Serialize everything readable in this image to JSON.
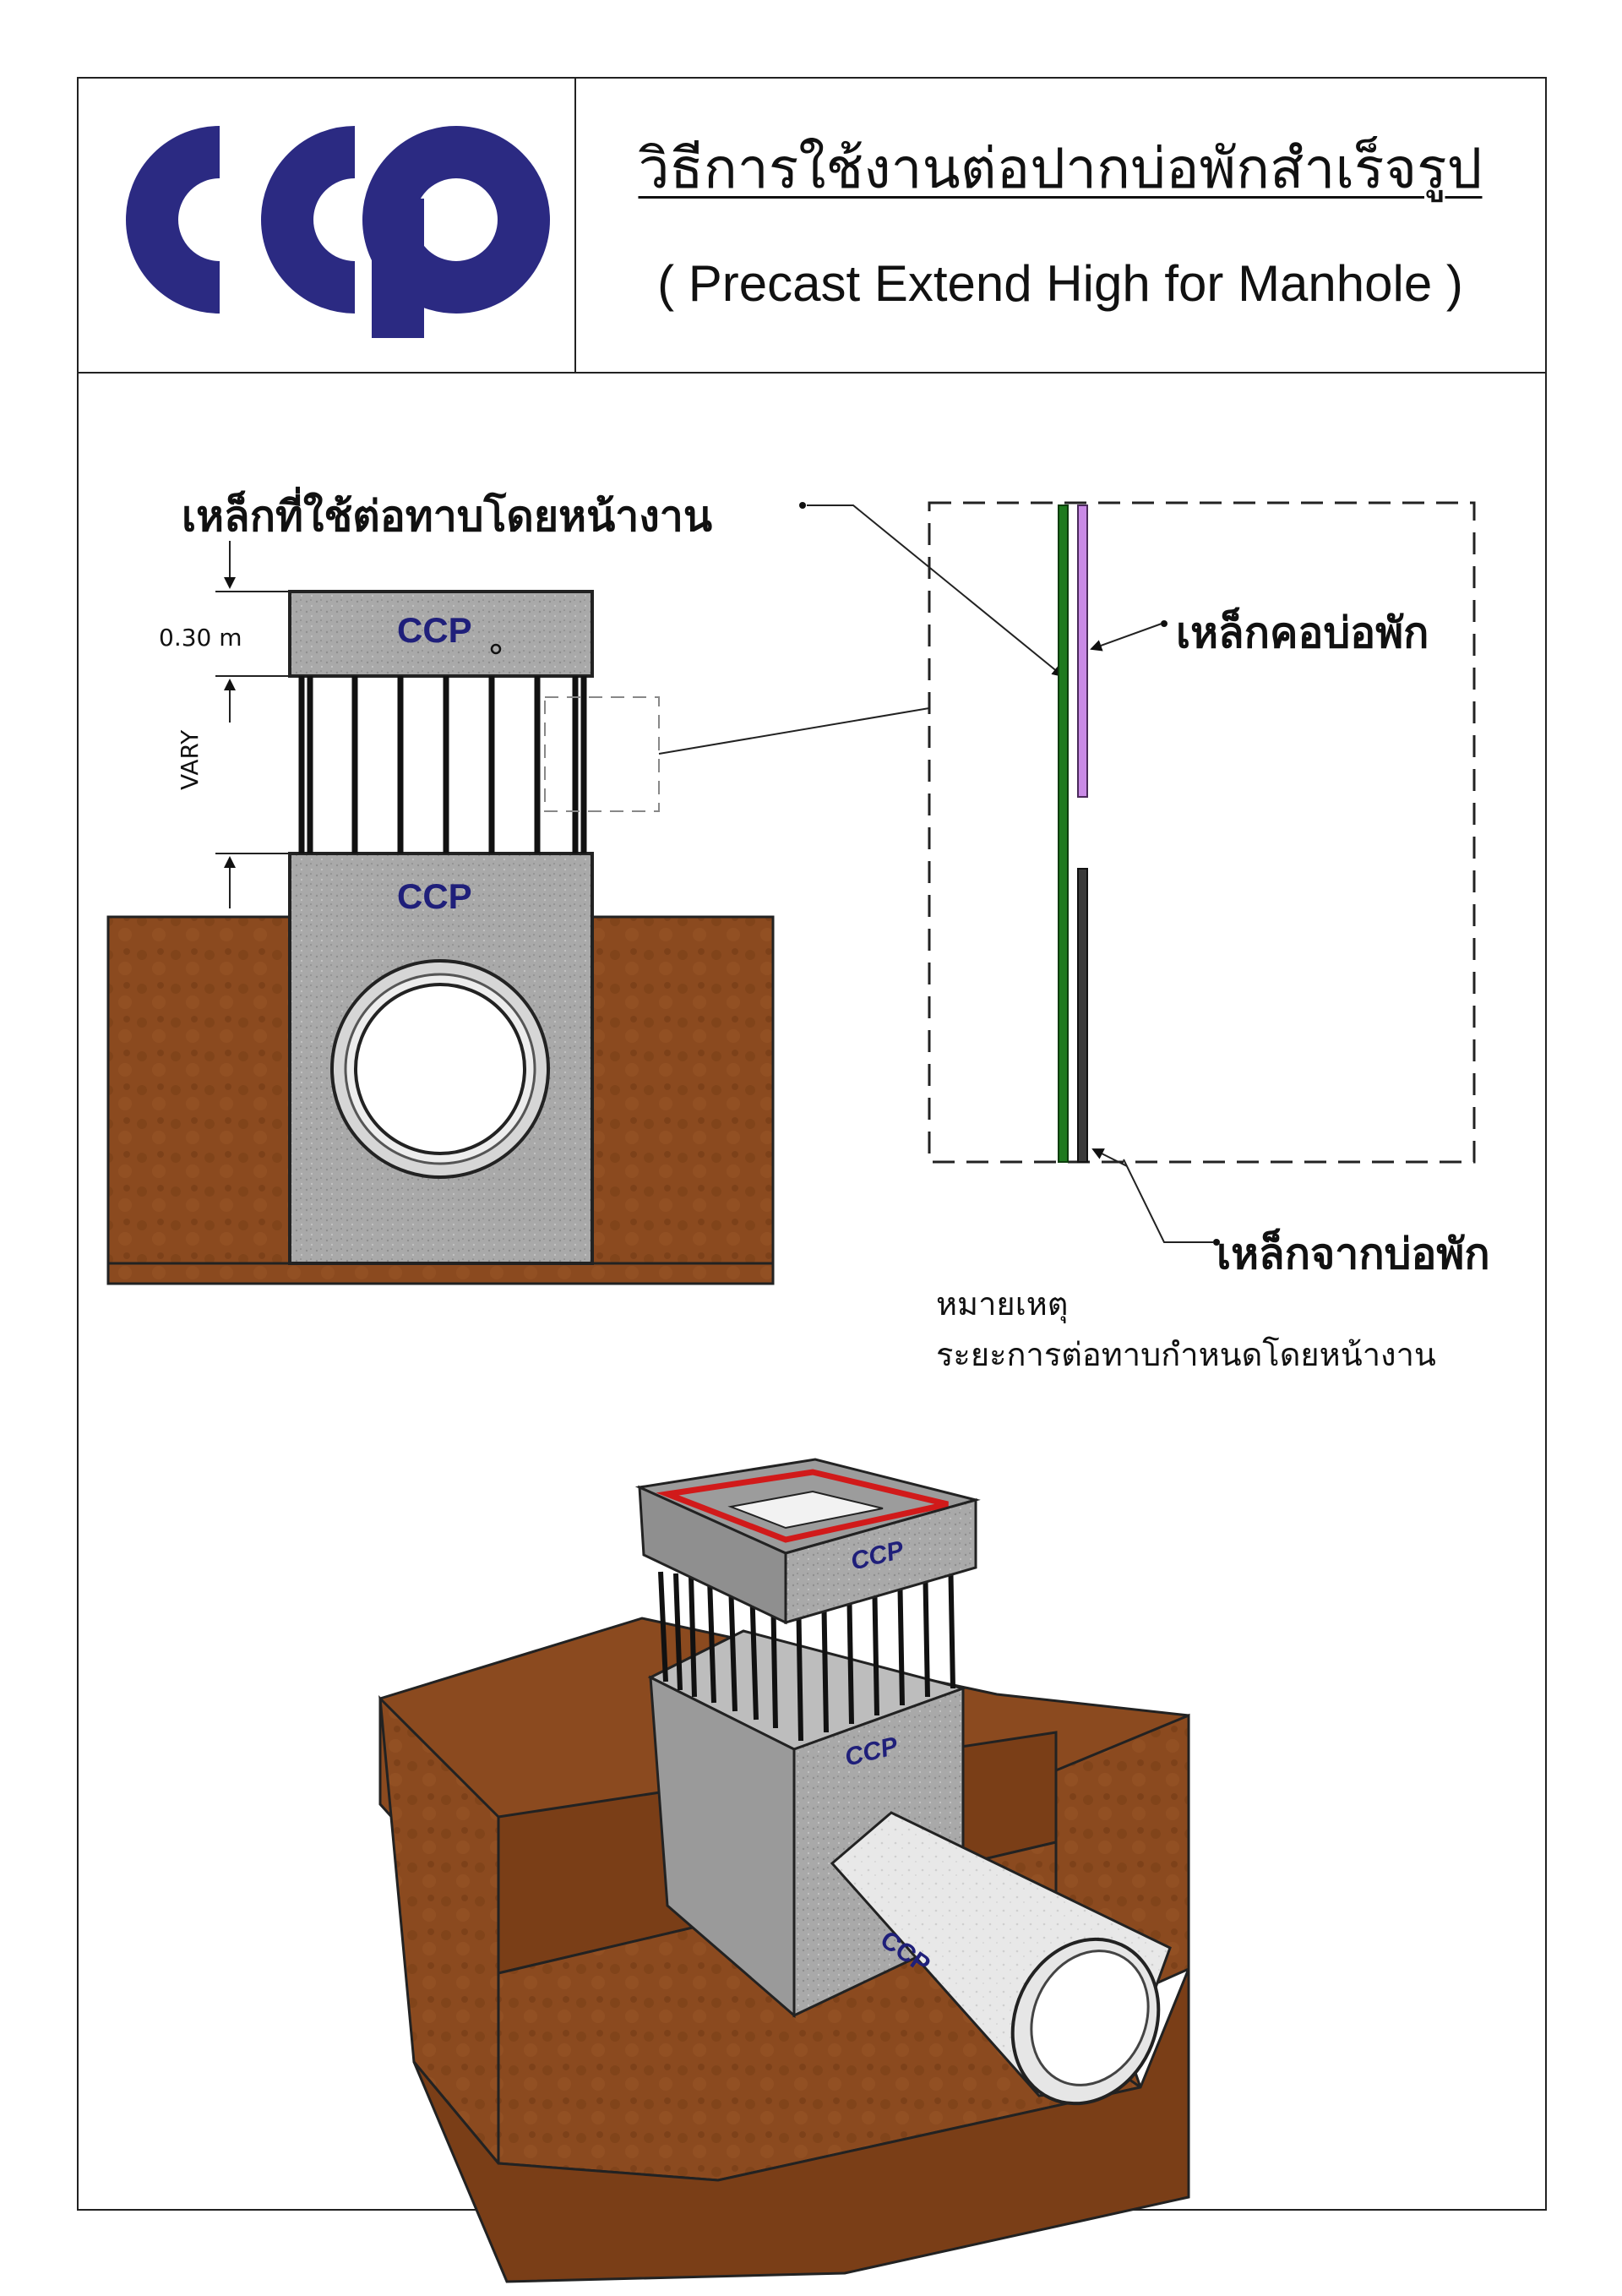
{
  "header": {
    "logo_text": "ccp",
    "title_th": "วิธีการใช้งานต่อปากบ่อพักสำเร็จรูป",
    "title_en": "( Precast Extend High for Manhole )"
  },
  "labels": {
    "lap_by_site": "เหล็กที่ใช้ต่อทาบโดยหน้างาน",
    "neck_steel": "เหล็กคอบ่อพัก",
    "from_manhole_steel": "เหล็กจากบ่อพัก"
  },
  "dimensions": {
    "top_height": "0.30 m",
    "vary": "VARY"
  },
  "note": {
    "title": "หมายเหตุ",
    "body": "ระยะการต่อทาบกำหนดโดยหน้างาน"
  },
  "brand_marks": {
    "section_top": "CCP",
    "section_base": "CCP",
    "iso_top": "CCP",
    "iso_base": "CCP",
    "iso_pipe": "CCP"
  },
  "colors": {
    "logo_blue": "#2b2a82",
    "soil": "#8b4a1f",
    "concrete": "#a9a9a9",
    "lap_bar": "#1f7a1f",
    "neck_bar": "#c98ae6",
    "manhole_bar": "#333333",
    "red_seal": "#d11a1a"
  }
}
